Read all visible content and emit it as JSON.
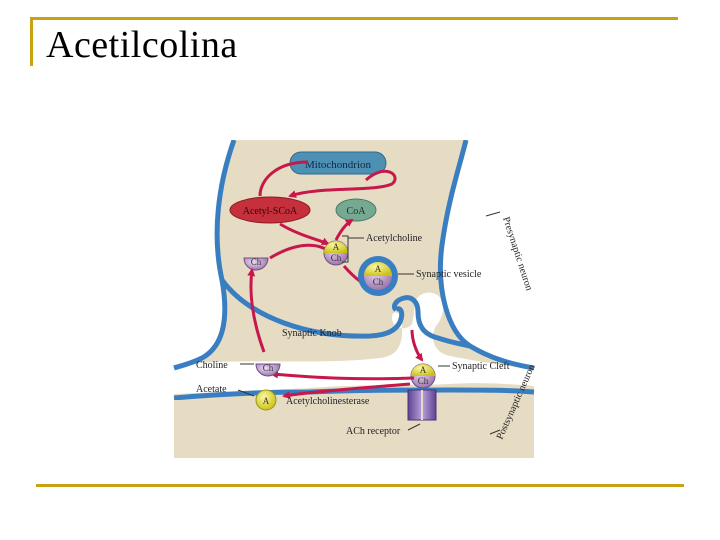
{
  "slide": {
    "title": "Acetilcolina"
  },
  "diagram": {
    "labels": {
      "mitochondrion": "Mitochondrion",
      "acetyl_scoa": "Acetyl-SCoA",
      "coa": "CoA",
      "acetylcholine": "Acetylcholine",
      "synaptic_vesicle": "Synaptic vesicle",
      "presynaptic_neuron": "Presynaptic neuron",
      "synaptic_knob": "Synaptic Knob",
      "choline": "Choline",
      "acetate": "Acetate",
      "synaptic_cleft": "Synaptic Cleft",
      "acetylcholinesterase": "Acetylcholinesterase",
      "ach_receptor": "ACh receptor",
      "postsynaptic_neuron": "Postsynaptic neuron"
    },
    "molecule_letters": {
      "acetyl": "A",
      "choline": "Ch"
    },
    "colors": {
      "cytoplasm": "#e6dcc4",
      "membrane": "#3a7ec2",
      "arrow": "#c8174a",
      "mitochondrion": "#4e8fb4",
      "acetyl_scoa": "#c6303c",
      "coa": "#76a992",
      "acetyl_unit": "#d8d020",
      "choline_unit": "#b38bc0",
      "receptor": "#8a6db4",
      "accent_rule": "#c9a214"
    }
  }
}
